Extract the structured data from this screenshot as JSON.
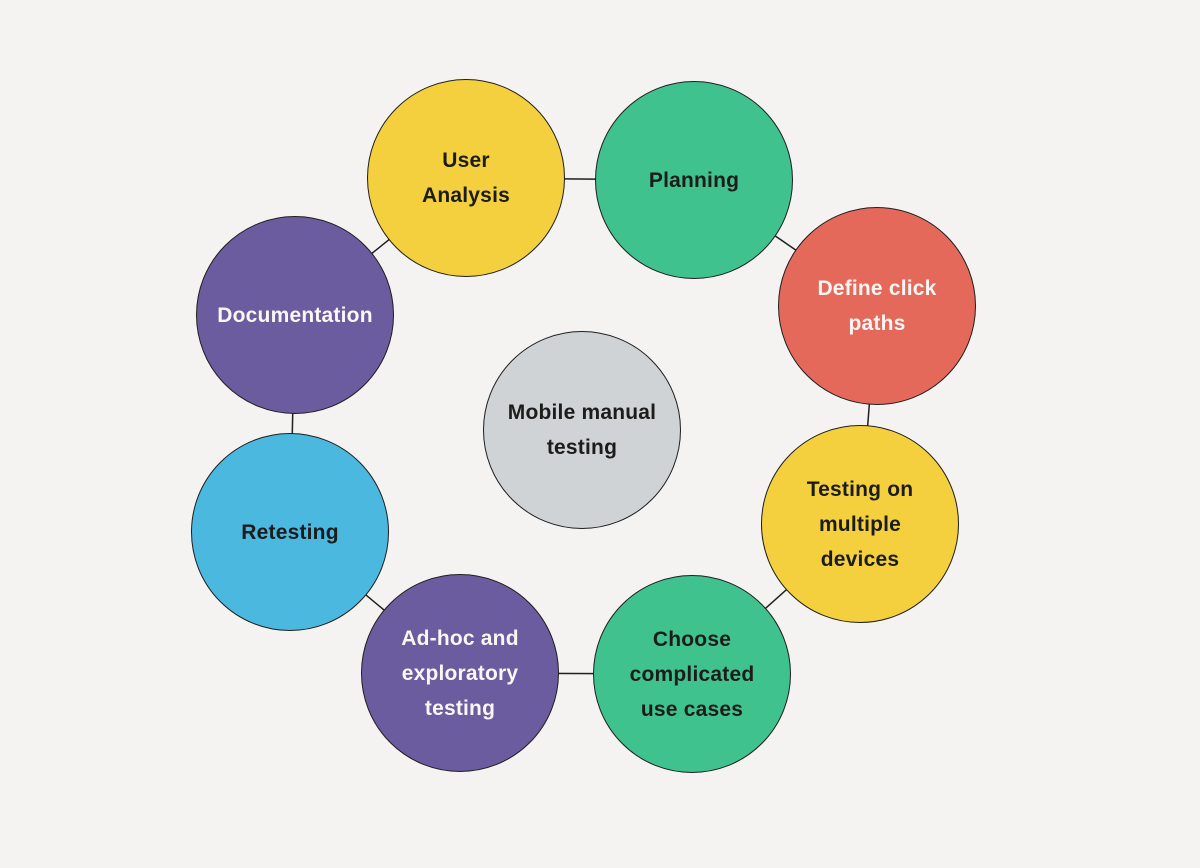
{
  "diagram": {
    "background_color": "#f4f3f1",
    "outline_color": "#1e1e1e",
    "center": {
      "id": "mobile-manual-testing",
      "label": "Mobile manual testing",
      "label_lines": [
        "Mobile manual",
        "testing"
      ],
      "fill": "#cfd3d6",
      "text_color": "#1c1c1a"
    },
    "nodes": [
      {
        "id": "user-analysis",
        "label": "User Analysis",
        "label_lines": [
          "User",
          "Analysis"
        ],
        "fill": "#f4d03e",
        "text_color": "#1c1c1a"
      },
      {
        "id": "planning",
        "label": "Planning",
        "label_lines": [
          "Planning"
        ],
        "fill": "#3fc28d",
        "text_color": "#1c1c1a"
      },
      {
        "id": "define-click-paths",
        "label": "Define click paths",
        "label_lines": [
          "Define click",
          "paths"
        ],
        "fill": "#e4695b",
        "text_color": "#faf6f3"
      },
      {
        "id": "testing-on-multiple-devices",
        "label": "Testing on multiple devices",
        "label_lines": [
          "Testing on",
          "multiple",
          "devices"
        ],
        "fill": "#f4d03e",
        "text_color": "#1c1c1a"
      },
      {
        "id": "choose-complicated-use-cases",
        "label": "Choose complicated use cases",
        "label_lines": [
          "Choose",
          "complicated",
          "use cases"
        ],
        "fill": "#3fc28d",
        "text_color": "#1c1c1a"
      },
      {
        "id": "adhoc-and-exploratory-testing",
        "label": "Ad-hoc and exploratory testing",
        "label_lines": [
          "Ad-hoc and",
          "exploratory",
          "testing"
        ],
        "fill": "#6b5b9f",
        "text_color": "#faf6f3"
      },
      {
        "id": "retesting",
        "label": "Retesting",
        "label_lines": [
          "Retesting"
        ],
        "fill": "#4bb8e0",
        "text_color": "#1c1c1a"
      },
      {
        "id": "documentation",
        "label": "Documentation",
        "label_lines": [
          "Documentation"
        ],
        "fill": "#6b5b9f",
        "text_color": "#faf6f3"
      }
    ],
    "connections": [
      [
        "user-analysis",
        "planning"
      ],
      [
        "planning",
        "define-click-paths"
      ],
      [
        "define-click-paths",
        "testing-on-multiple-devices"
      ],
      [
        "testing-on-multiple-devices",
        "choose-complicated-use-cases"
      ],
      [
        "choose-complicated-use-cases",
        "adhoc-and-exploratory-testing"
      ],
      [
        "adhoc-and-exploratory-testing",
        "retesting"
      ],
      [
        "retesting",
        "documentation"
      ],
      [
        "documentation",
        "user-analysis"
      ]
    ]
  }
}
